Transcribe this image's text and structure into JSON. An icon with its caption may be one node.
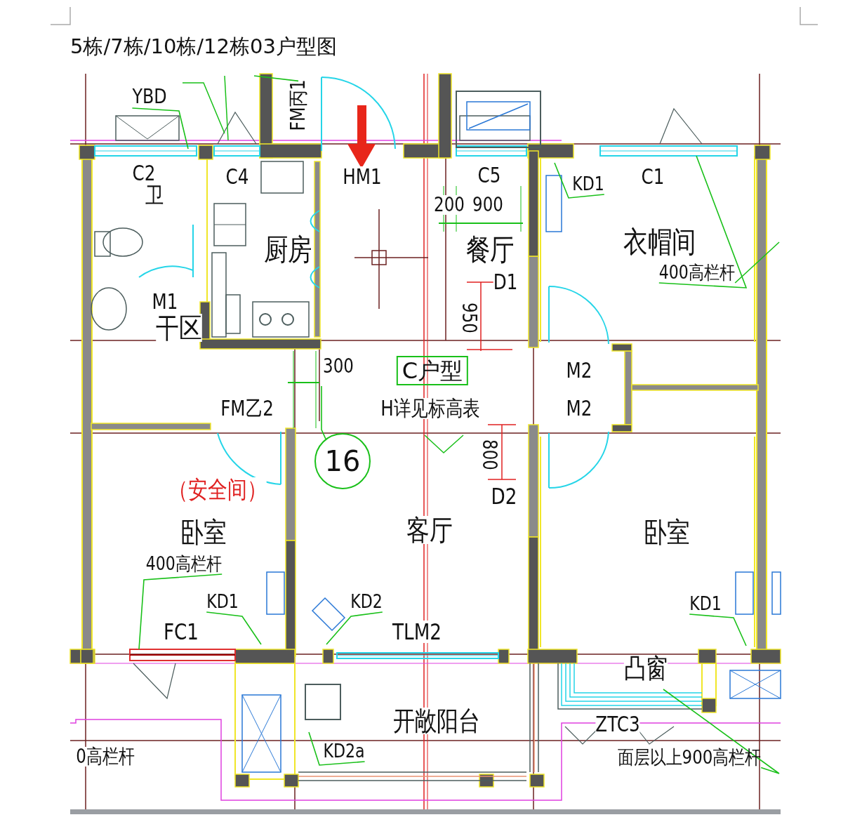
{
  "diagram": {
    "title": "5栋/7栋/10栋/12栋03户型图",
    "nodes": [
      {
        "text": [
          "YBD"
        ]
      },
      {
        "text": [
          "FM丙1"
        ]
      },
      {
        "text": [
          "KD1"
        ]
      },
      {
        "text": [
          "400高栏杆"
        ]
      },
      {
        "text": [
          "400高栏杆"
        ]
      },
      {
        "text": [
          "KD1"
        ]
      },
      {
        "text": [
          "KD2"
        ]
      },
      {
        "text": [
          "KD1"
        ]
      },
      {
        "text": [
          "KD2a"
        ]
      },
      {
        "text": [
          "面层以上900高栏杆"
        ]
      },
      {
        "text": [
          "C户型"
        ]
      },
      {
        "text": [
          "16"
        ]
      }
    ],
    "edges": [
      {
        "from": 0,
        "to": null,
        "arrow": "none"
      },
      {
        "from": 1,
        "to": null,
        "arrow": "none"
      },
      {
        "from": 2,
        "to": null,
        "arrow": "none"
      },
      {
        "from": 3,
        "to": null,
        "arrow": "none"
      },
      {
        "from": 3,
        "to": null,
        "arrow": "none"
      },
      {
        "from": 4,
        "to": null,
        "arrow": "none"
      },
      {
        "from": 5,
        "to": null,
        "arrow": "none"
      },
      {
        "from": 6,
        "to": null,
        "arrow": "none"
      },
      {
        "from": 7,
        "to": null,
        "arrow": "none"
      },
      {
        "from": 8,
        "to": null,
        "arrow": "none"
      },
      {
        "from": 9,
        "to": null,
        "arrow": "none"
      },
      {
        "from": 11,
        "to": null,
        "arrow": "none"
      }
    ],
    "labels": [
      "C2",
      "C4",
      "HM1",
      "C5",
      "C1",
      "卫",
      "200",
      "900",
      "厨房",
      "餐厅",
      "衣帽间",
      "D1",
      "M1",
      "干区",
      "950",
      "300",
      "M2",
      "FM乙2",
      "H详见标高表",
      "M2",
      "800",
      "（安全间）",
      "D2",
      "卧室",
      "客厅",
      "卧室",
      "FC1",
      "TLM2",
      "凸窗",
      "开敞阳台",
      "ZTC3",
      "0高栏杆"
    ]
  }
}
